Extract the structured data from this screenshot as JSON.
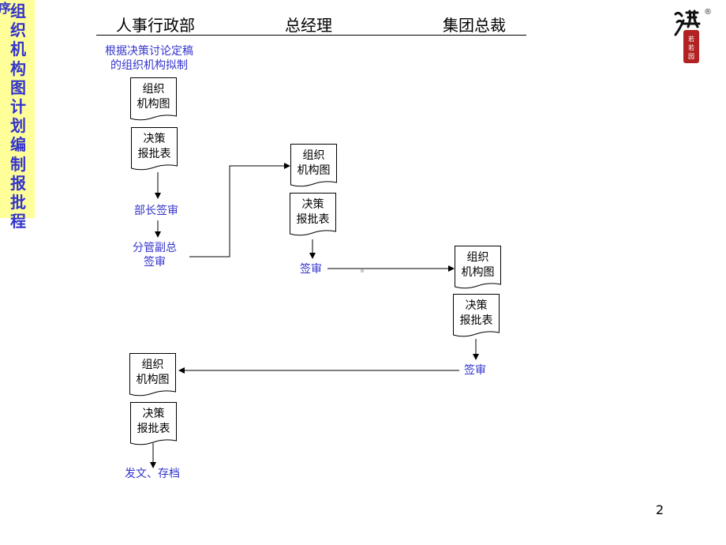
{
  "sidebar": {
    "prefix": "序",
    "title": "组织机构图计划编制报批程"
  },
  "columns": {
    "hr": "人事行政部",
    "gm": "总经理",
    "group": "集团总裁"
  },
  "steps": {
    "draft_note_line1": "根据决策讨论定稿",
    "draft_note_line2": "的组织机构拟制",
    "dept_head": "部长签审",
    "vp_line1": "分管副总",
    "vp_line2": "签审",
    "gm_sign": "签审",
    "group_sign": "签审",
    "archive": "发文、存档"
  },
  "docs": {
    "org_chart_line1": "组织",
    "org_chart_line2": "机构图",
    "approval_line1": "决策",
    "approval_line2": "报批表"
  },
  "logo": {
    "registered": "®"
  },
  "page_number": "2",
  "colors": {
    "sidebar_bg": "#ffff99",
    "accent_text": "#3333cc",
    "logo_red": "#b22222"
  }
}
